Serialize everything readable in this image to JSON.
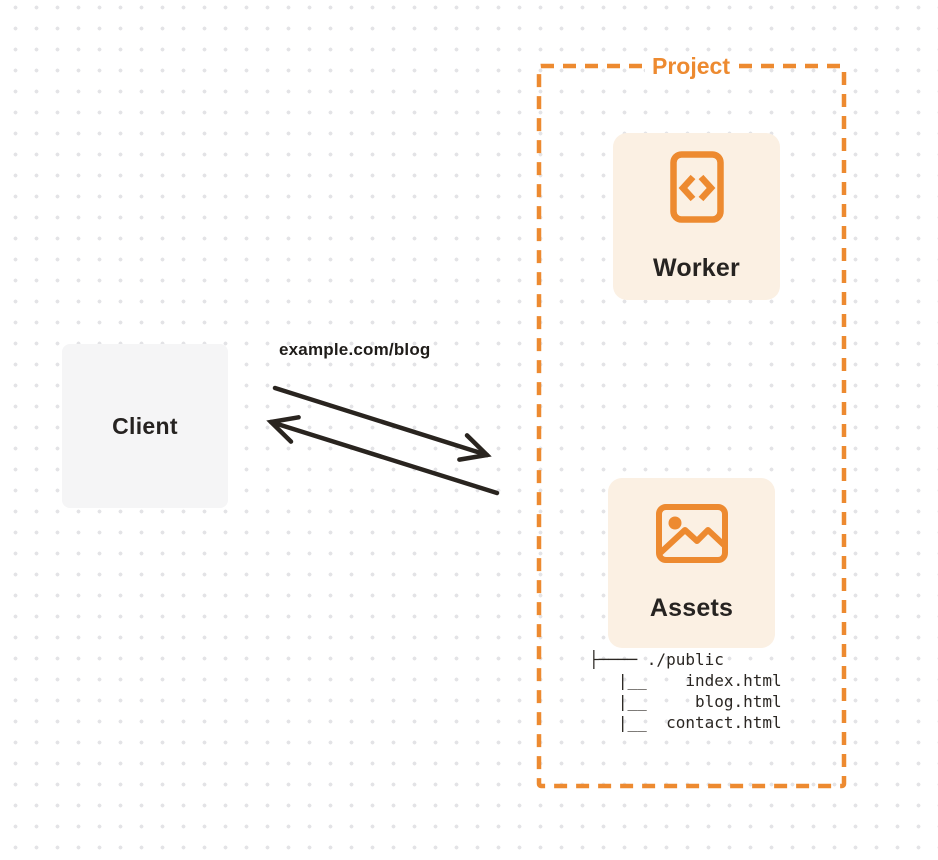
{
  "client": {
    "label": "Client"
  },
  "request": {
    "url_label": "example.com/blog"
  },
  "project": {
    "label": "Project",
    "nodes": [
      {
        "label": "Worker",
        "icon": "code-file-icon"
      },
      {
        "label": "Assets",
        "icon": "image-icon"
      }
    ],
    "file_tree": {
      "lines": [
        "├──── ./public",
        "   |__    index.html",
        "   |__     blog.html",
        "   |__  contact.html"
      ]
    }
  },
  "colors": {
    "accent_orange": "#ed8a30",
    "panel_cream": "#fbf0e3",
    "client_gray": "#f5f5f6",
    "ink": "#262321",
    "arrow": "#29241f",
    "dot_grid": "#e3e3e6"
  }
}
